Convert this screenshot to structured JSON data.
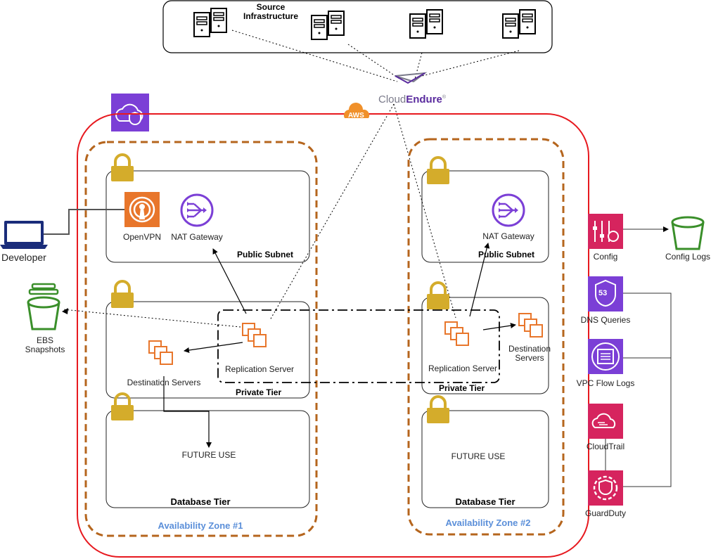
{
  "source": {
    "title": "Source\nInfrastructure"
  },
  "cloudendure": {
    "part1": "Cloud",
    "part2": "Endure",
    "mark": "®"
  },
  "aws": {
    "badge": "AWS"
  },
  "zones": [
    {
      "title": "Availability Zone #1"
    },
    {
      "title": "Availability Zone #2"
    }
  ],
  "az1": {
    "openvpn": "OpenVPN",
    "nat": "NAT Gateway",
    "public_subnet": "Public  Subnet",
    "destination": "Destination Servers",
    "replication": "Replication Server",
    "private_tier": "Private Tier",
    "future": "FUTURE USE",
    "database": "Database Tier"
  },
  "az2": {
    "nat": "NAT Gateway",
    "public_subnet": "Public  Subnet",
    "replication": "Replication Server",
    "destination": "Destination\nServers",
    "private_tier": "Private Tier",
    "future": "FUTURE USE",
    "database": "Database Tier"
  },
  "left": {
    "developer": "Developer",
    "ebs": "EBS\nSnapshots"
  },
  "right": {
    "config": "Config",
    "config_logs": "Config Logs",
    "dns": "DNS Queries",
    "dns_badge": "53",
    "vpc": "VPC Flow Logs",
    "cloudtrail": "CloudTrail",
    "guardduty": "GuardDuty"
  },
  "colors": {
    "aws_border": "#e7191f",
    "zone_border": "#b5651d",
    "lock": "#d4ac2b",
    "orange": "#e8762b",
    "purple": "#7b3fd6",
    "pink": "#d6245e",
    "green": "#3a8f2a",
    "zone_label": "#5b8fd9"
  }
}
